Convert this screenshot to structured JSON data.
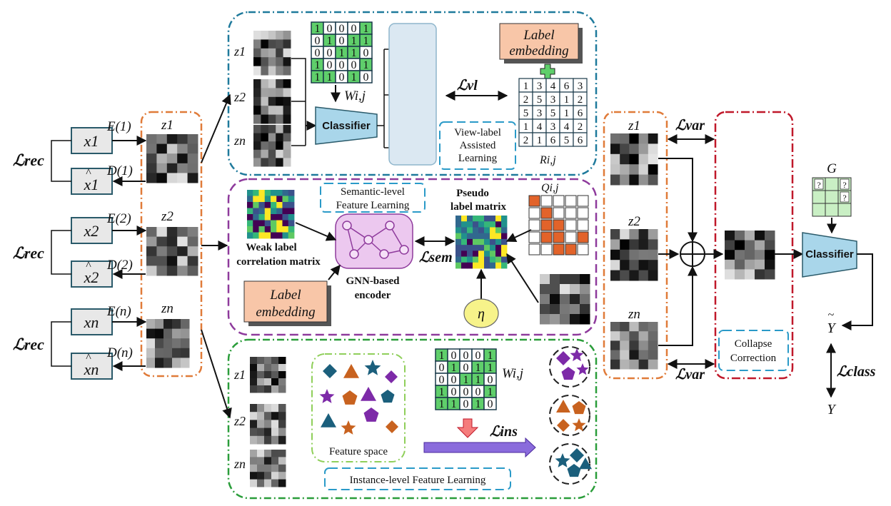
{
  "colors": {
    "orange": "#e07b39",
    "blue": "#1f7a9c",
    "purple": "#8e3a9c",
    "green": "#2a9d3a",
    "red": "#c0182a",
    "classifier": "#a9d6ea",
    "label_embed": "#f8c6a8",
    "eta": "#f7f38a",
    "grid_green": "#5fcf6b",
    "grid_orange": "#e2632a",
    "grid_green_light": "#c9efc4",
    "shape_teal": "#1b5f7c",
    "shape_orange": "#c8621f",
    "shape_purple": "#7d2aa8"
  },
  "texts": {
    "loss_rec": "ℒrec",
    "loss_vl": "ℒvl",
    "loss_sem": "ℒsem",
    "loss_var": "ℒvar",
    "loss_ins": "ℒins",
    "loss_class": "ℒclass",
    "x1": "x1",
    "x2": "x2",
    "xn": "xn",
    "x1hat": "x1",
    "x2hat": "x2",
    "xnhat": "xn",
    "hat": "^",
    "enc1": "E(1)",
    "enc2": "E(2)",
    "encn": "E(n)",
    "dec1": "D(1)",
    "dec2": "D(2)",
    "decn": "D(n)",
    "z1": "z1",
    "z2": "z2",
    "zn": "zn",
    "classifier": "Classifier",
    "label_embedding_1": "Label",
    "label_embedding_2": "embedding",
    "w_ij": "Wi,j",
    "r_ij": "Ri,j",
    "q_ij": "Qi,j",
    "view_label_1": "View-label",
    "view_label_2": "Assisted",
    "view_label_3": "Learning",
    "semantic_1": "Semantic-level",
    "semantic_2": "Feature Learning",
    "pseudo_1": "Pseudo",
    "pseudo_2": "label matrix",
    "weak_1": "Weak label",
    "weak_2": "correlation matrix",
    "gnn_1": "GNN-based",
    "gnn_2": "encoder",
    "eta": "η",
    "feature_space": "Feature space",
    "instance": "Instance-level Feature Learning",
    "collapse_1": "Collapse",
    "collapse_2": "Correction",
    "g": "G",
    "qmark": "?",
    "y_tilde": "Y",
    "y_tilde_mark": "~",
    "y": "Y"
  },
  "binary_matrix": [
    [
      1,
      0,
      0,
      0,
      1
    ],
    [
      0,
      1,
      0,
      1,
      1
    ],
    [
      0,
      0,
      1,
      1,
      0
    ],
    [
      1,
      0,
      0,
      0,
      1
    ],
    [
      1,
      1,
      0,
      1,
      0
    ]
  ],
  "r_matrix": [
    [
      1,
      3,
      4,
      6,
      3
    ],
    [
      2,
      5,
      3,
      1,
      2
    ],
    [
      5,
      3,
      5,
      1,
      6
    ],
    [
      1,
      4,
      3,
      4,
      2
    ],
    [
      2,
      1,
      6,
      5,
      6
    ]
  ]
}
